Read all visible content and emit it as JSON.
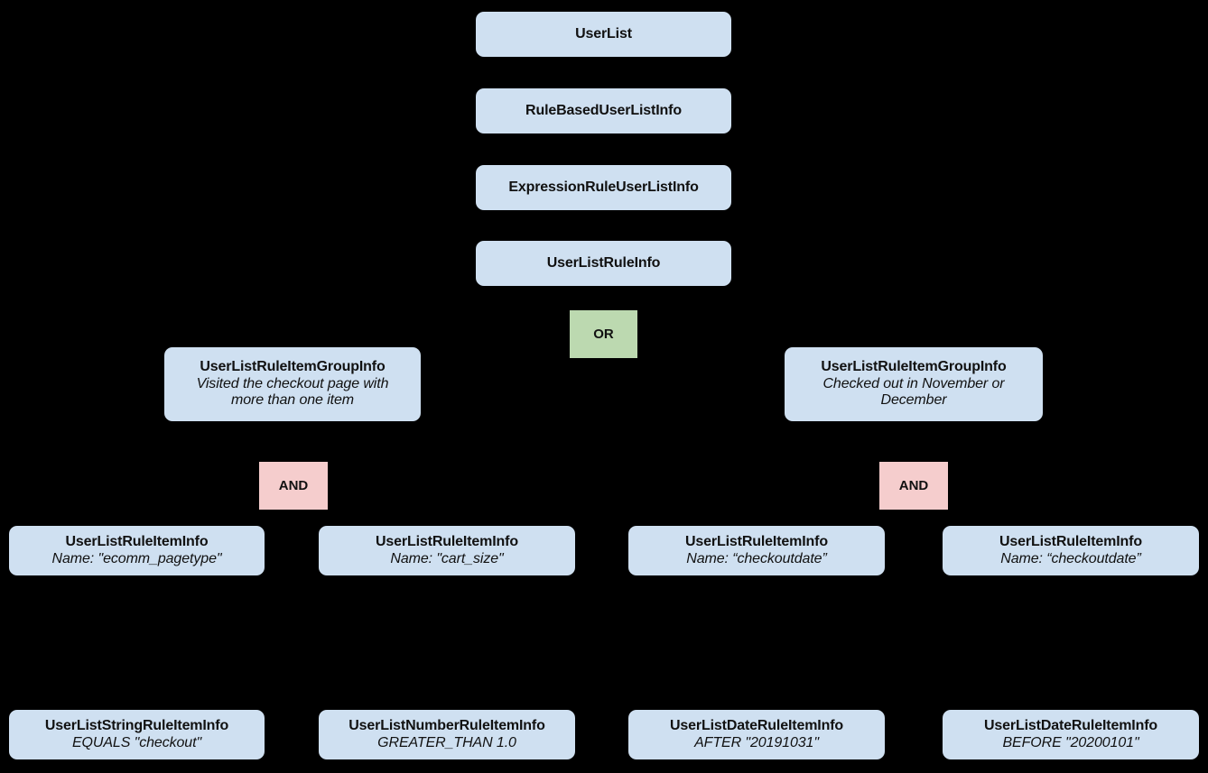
{
  "diagram": {
    "type": "hierarchy-tree",
    "background_color": "#000000",
    "entity_fill": "#cfe0f1",
    "or_fill": "#bcd9b0",
    "and_fill": "#f5cdcd",
    "text_color": "#111111"
  },
  "nodes": {
    "user_list": {
      "title": "UserList"
    },
    "rule_based_user_list_info": {
      "title": "RuleBasedUserListInfo"
    },
    "expression_rule_user_list_info": {
      "title": "ExpressionRuleUserListInfo"
    },
    "user_list_rule_info": {
      "title": "UserListRuleInfo"
    },
    "or_operator": {
      "label": "OR"
    },
    "group_left": {
      "title": "UserListRuleItemGroupInfo",
      "sub": "Visited the checkout page with more than one item"
    },
    "group_right": {
      "title": "UserListRuleItemGroupInfo",
      "sub": "Checked out in November or December"
    },
    "and_left": {
      "label": "AND"
    },
    "and_right": {
      "label": "AND"
    },
    "item_ecomm_pagetype": {
      "title": "UserListRuleItemInfo",
      "sub": "Name: \"ecomm_pagetype\""
    },
    "item_cart_size": {
      "title": "UserListRuleItemInfo",
      "sub": "Name: \"cart_size\""
    },
    "item_checkoutdate_after": {
      "title": "UserListRuleItemInfo",
      "sub": "Name: “checkoutdate”"
    },
    "item_checkoutdate_before": {
      "title": "UserListRuleItemInfo",
      "sub": "Name: “checkoutdate”"
    },
    "string_rule_item_info": {
      "title": "UserListStringRuleItemInfo",
      "sub": "EQUALS \"checkout\""
    },
    "number_rule_item_info": {
      "title": "UserListNumberRuleItemInfo",
      "sub": "GREATER_THAN 1.0"
    },
    "date_rule_item_info_after": {
      "title": "UserListDateRuleItemInfo",
      "sub": "AFTER \"20191031\""
    },
    "date_rule_item_info_before": {
      "title": "UserListDateRuleItemInfo",
      "sub": "BEFORE \"20200101\""
    }
  }
}
